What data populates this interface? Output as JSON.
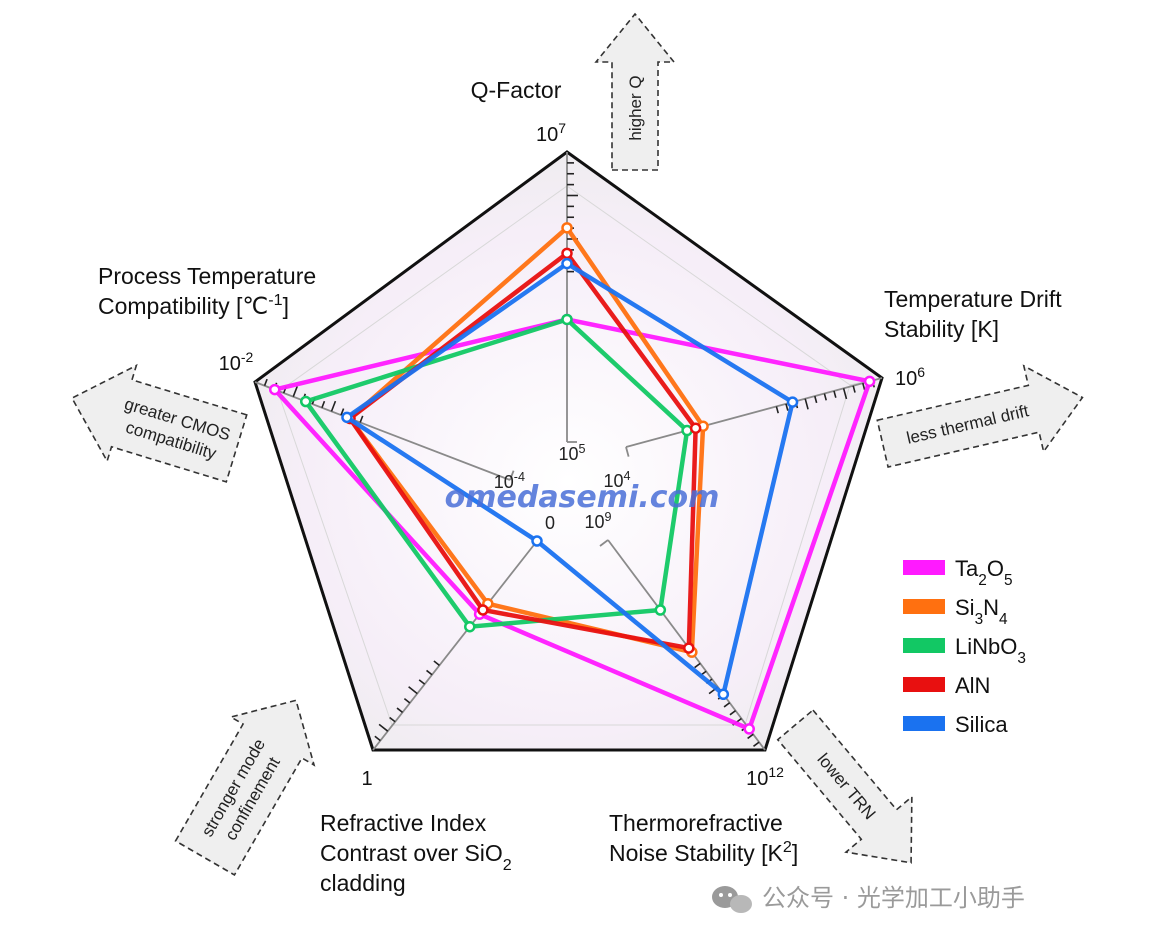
{
  "chart_data": {
    "type": "radar",
    "axes": [
      {
        "key": "q_factor",
        "title_lines": [
          [
            "Q-Factor"
          ]
        ],
        "min_label": [
          "10",
          "5"
        ],
        "max_label": [
          "10",
          "7"
        ],
        "scale": "log",
        "range": [
          100000,
          10000000
        ]
      },
      {
        "key": "temp_drift",
        "title_lines": [
          [
            "Temperature Drift"
          ],
          [
            "Stability [K]"
          ]
        ],
        "min_label": [
          "10",
          "4"
        ],
        "max_label": [
          "10",
          "6"
        ],
        "scale": "log",
        "range": [
          10000,
          1000000
        ]
      },
      {
        "key": "trn",
        "title_lines": [
          [
            "Thermorefractive"
          ],
          [
            "Noise Stability [K",
            "2",
            "]"
          ]
        ],
        "min_label": [
          "10",
          "9"
        ],
        "max_label": [
          "10",
          "12"
        ],
        "scale": "log",
        "range": [
          1000000000,
          1000000000000
        ]
      },
      {
        "key": "index_contrast",
        "title_lines": [
          [
            "Refractive Index"
          ],
          [
            "Contrast over SiO",
            "2"
          ],
          [
            "cladding"
          ]
        ],
        "min_label": [
          "0",
          ""
        ],
        "max_label": [
          "1",
          ""
        ],
        "scale": "linear",
        "range": [
          0,
          1
        ]
      },
      {
        "key": "process_temp",
        "title_lines": [
          [
            "Process Temperature"
          ],
          [
            "Compatibility [℃",
            "-1",
            "]"
          ]
        ],
        "min_label": [
          "10",
          "-4"
        ],
        "max_label": [
          "10",
          "-2"
        ],
        "scale": "log",
        "range": [
          0.0001,
          0.01
        ]
      }
    ],
    "series": [
      {
        "name": "Ta2O5",
        "label_parts": [
          "Ta",
          "2",
          "O",
          "5"
        ],
        "color": "#ff1aff",
        "values": [
          700000,
          800000,
          500000000000,
          0.35,
          0.007
        ]
      },
      {
        "name": "Si3N4",
        "label_parts": [
          "Si",
          "3",
          "N",
          "4"
        ],
        "color": "#ff7010",
        "values": [
          3000000,
          40000,
          40000000000,
          0.3,
          0.0018
        ]
      },
      {
        "name": "LiNbO3",
        "label_parts": [
          "LiNbO",
          "3"
        ],
        "color": "#12c864",
        "values": [
          700000,
          30000,
          10000000000,
          0.41,
          0.004
        ]
      },
      {
        "name": "AlN",
        "label_parts": [
          "AlN"
        ],
        "color": "#e81010",
        "values": [
          2000000,
          35000,
          35000000000,
          0.33,
          0.0018
        ]
      },
      {
        "name": "Silica",
        "label_parts": [
          "Silica"
        ],
        "color": "#1a72f0",
        "values": [
          1700000,
          200000,
          160000000000,
          0.0,
          0.0019
        ]
      }
    ],
    "legend_position": "right"
  },
  "arrows": {
    "top": "higher Q",
    "right": "less thermal drift",
    "bottom_right": "lower TRN",
    "bottom_left": [
      "stronger mode",
      "confinement"
    ],
    "left": [
      "greater CMOS",
      "compatibility"
    ]
  },
  "watermark": "omedasemi.com",
  "footer": "公众号 · 光学加工小助手"
}
